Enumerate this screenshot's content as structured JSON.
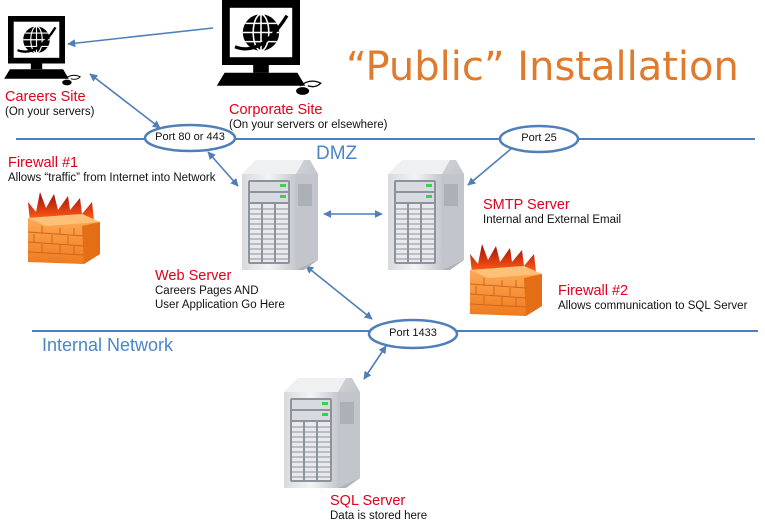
{
  "title": "“Public” Installation",
  "zones": {
    "dmz": "DMZ",
    "internal": "Internal Network"
  },
  "ports": {
    "web": "Port 80 or 443",
    "smtp": "Port 25",
    "sql": "Port 1433"
  },
  "nodes": {
    "careers": {
      "name": "Careers Site",
      "desc": [
        "(On your servers)"
      ],
      "icon": "computer-globe-icon"
    },
    "corporate": {
      "name": "Corporate Site",
      "desc": [
        "(On your servers or elsewhere)"
      ],
      "icon": "computer-globe-icon"
    },
    "firewall1": {
      "name": "Firewall #1",
      "desc": [
        "Allows “traffic” from Internet into Network"
      ],
      "icon": "firewall-icon"
    },
    "web": {
      "name": "Web Server",
      "desc": [
        "Careers Pages AND",
        "User Application Go Here"
      ],
      "icon": "server-tower-icon"
    },
    "smtp": {
      "name": "SMTP Server",
      "desc": [
        "Internal and External Email"
      ],
      "icon": "server-tower-icon"
    },
    "firewall2": {
      "name": "Firewall #2",
      "desc": [
        "Allows communication to SQL Server"
      ],
      "icon": "firewall-icon"
    },
    "sql": {
      "name": "SQL Server",
      "desc": [
        "Data is stored here"
      ],
      "icon": "server-tower-icon"
    }
  },
  "colors": {
    "title": "#e07b2e",
    "node_name": "#e0001b",
    "zone": "#4a86c8",
    "line": "#4f7fb8"
  }
}
